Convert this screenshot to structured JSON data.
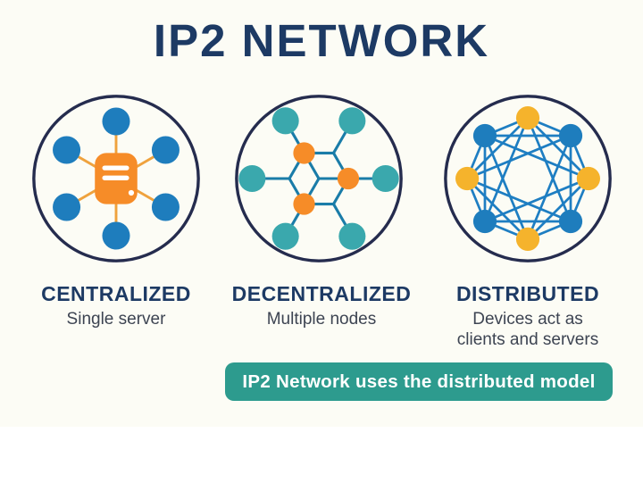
{
  "title": {
    "text": "IP2 NETWORK",
    "color": "#1d3a64"
  },
  "cards": [
    {
      "id": "centralized",
      "label": "CENTRALIZED",
      "sublabel_lines": [
        "Single server"
      ]
    },
    {
      "id": "decentralized",
      "label": "DECENTRALIZED",
      "sublabel_lines": [
        "Multiple nodes"
      ]
    },
    {
      "id": "distributed",
      "label": "DISTRIBUTED",
      "sublabel_lines": [
        "Devices act as",
        "clients and servers"
      ]
    }
  ],
  "banner": {
    "text": "IP2 Network uses the distributed model",
    "background": "#2d9b8e",
    "text_color": "#ffffff"
  },
  "colors": {
    "canvas_background": "#fcfcf5",
    "page_background": "#ffffff",
    "label_navy": "#1d3a64",
    "sublabel_gray": "#3d4452",
    "circle_outline": "#252c4e"
  },
  "diagrams": [
    {
      "type": "centralized",
      "icon": "server-icon",
      "outline": "#252c4e",
      "hub_color": "#f68c28",
      "node_color": "#1e7dbd",
      "line_color": "#efa23d",
      "satellite_count": 6
    },
    {
      "type": "decentralized",
      "outline": "#252c4e",
      "outer_color": "#3aa8ad",
      "inner_color": "#f68c28",
      "line_color": "#1a7ca8",
      "outer_count": 6,
      "inner_count": 3
    },
    {
      "type": "distributed",
      "outline": "#252c4e",
      "node_colors": [
        "#f5b32c",
        "#1e7dbd"
      ],
      "line_color": "#1e7ec2",
      "node_count": 8
    }
  ]
}
